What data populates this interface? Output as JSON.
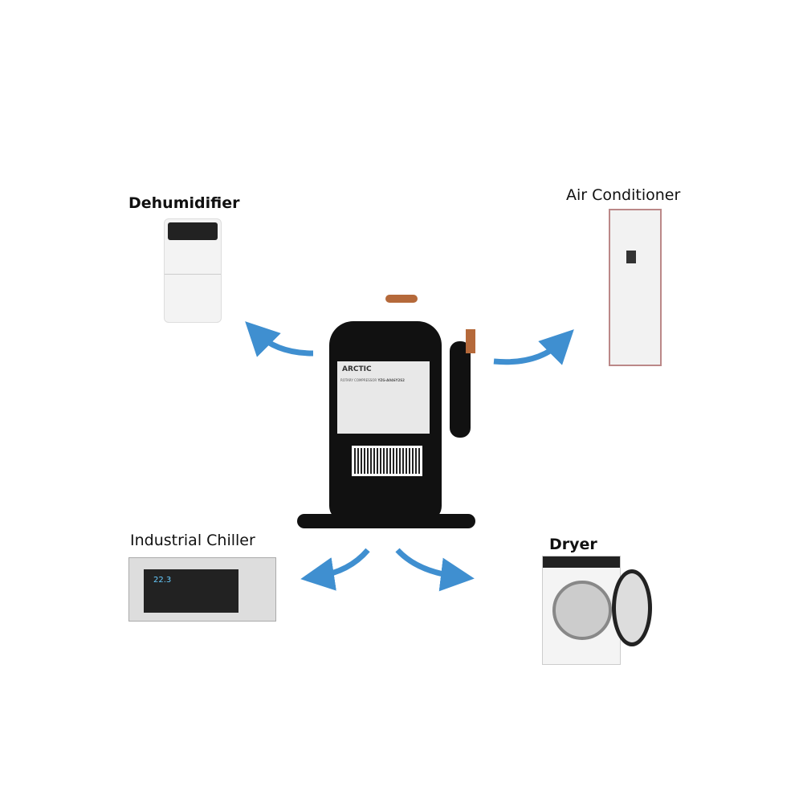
{
  "labels": {
    "dehumidifier": "Dehumidifier",
    "air_conditioner": "Air Conditioner",
    "industrial_chiller": "Industrial Chiller",
    "dryer": "Dryer"
  },
  "compressor": {
    "brand": "ARCTIC",
    "type": "ROTARY COMPRESSOR",
    "model": "YZG-A046Y2S2",
    "chiller_display": "22.3"
  },
  "colors": {
    "arrow": "#3f8fd0",
    "body": "#111111"
  }
}
